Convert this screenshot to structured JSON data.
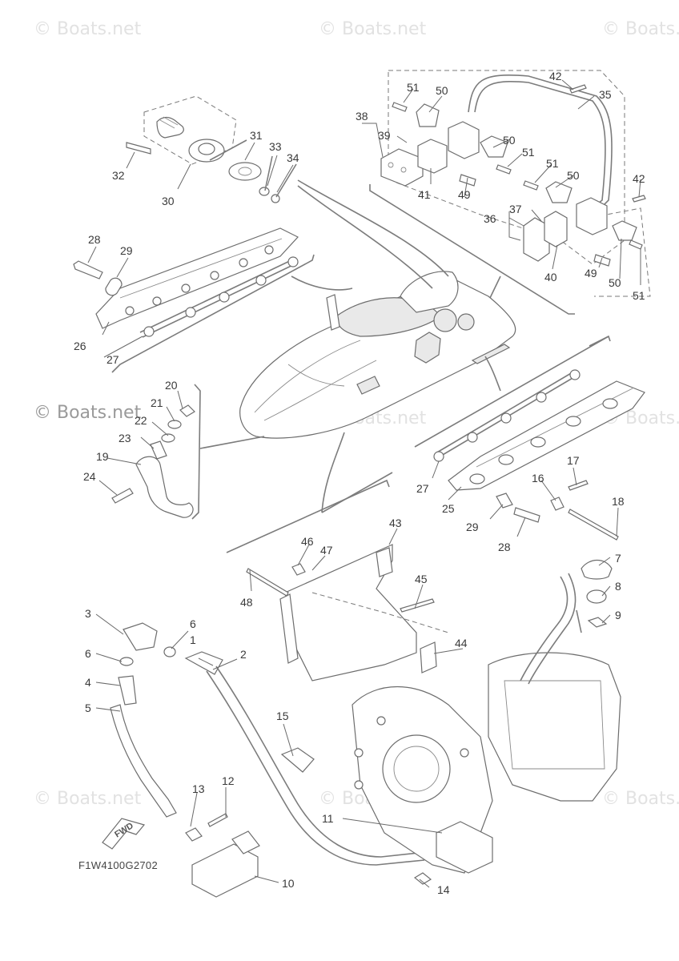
{
  "watermark": "© Boats.net",
  "drawing_code": "F1W4100G2702",
  "fwd_label": "FWD",
  "callouts": [
    "1",
    "2",
    "3",
    "4",
    "5",
    "6",
    "7",
    "8",
    "9",
    "10",
    "11",
    "12",
    "13",
    "14",
    "15",
    "16",
    "17",
    "18",
    "19",
    "20",
    "21",
    "22",
    "23",
    "24",
    "25",
    "26",
    "27",
    "28",
    "29",
    "30",
    "31",
    "32",
    "33",
    "34",
    "35",
    "36",
    "37",
    "38",
    "39",
    "40",
    "41",
    "42",
    "43",
    "44",
    "45",
    "46",
    "47",
    "48",
    "49",
    "50",
    "51"
  ]
}
